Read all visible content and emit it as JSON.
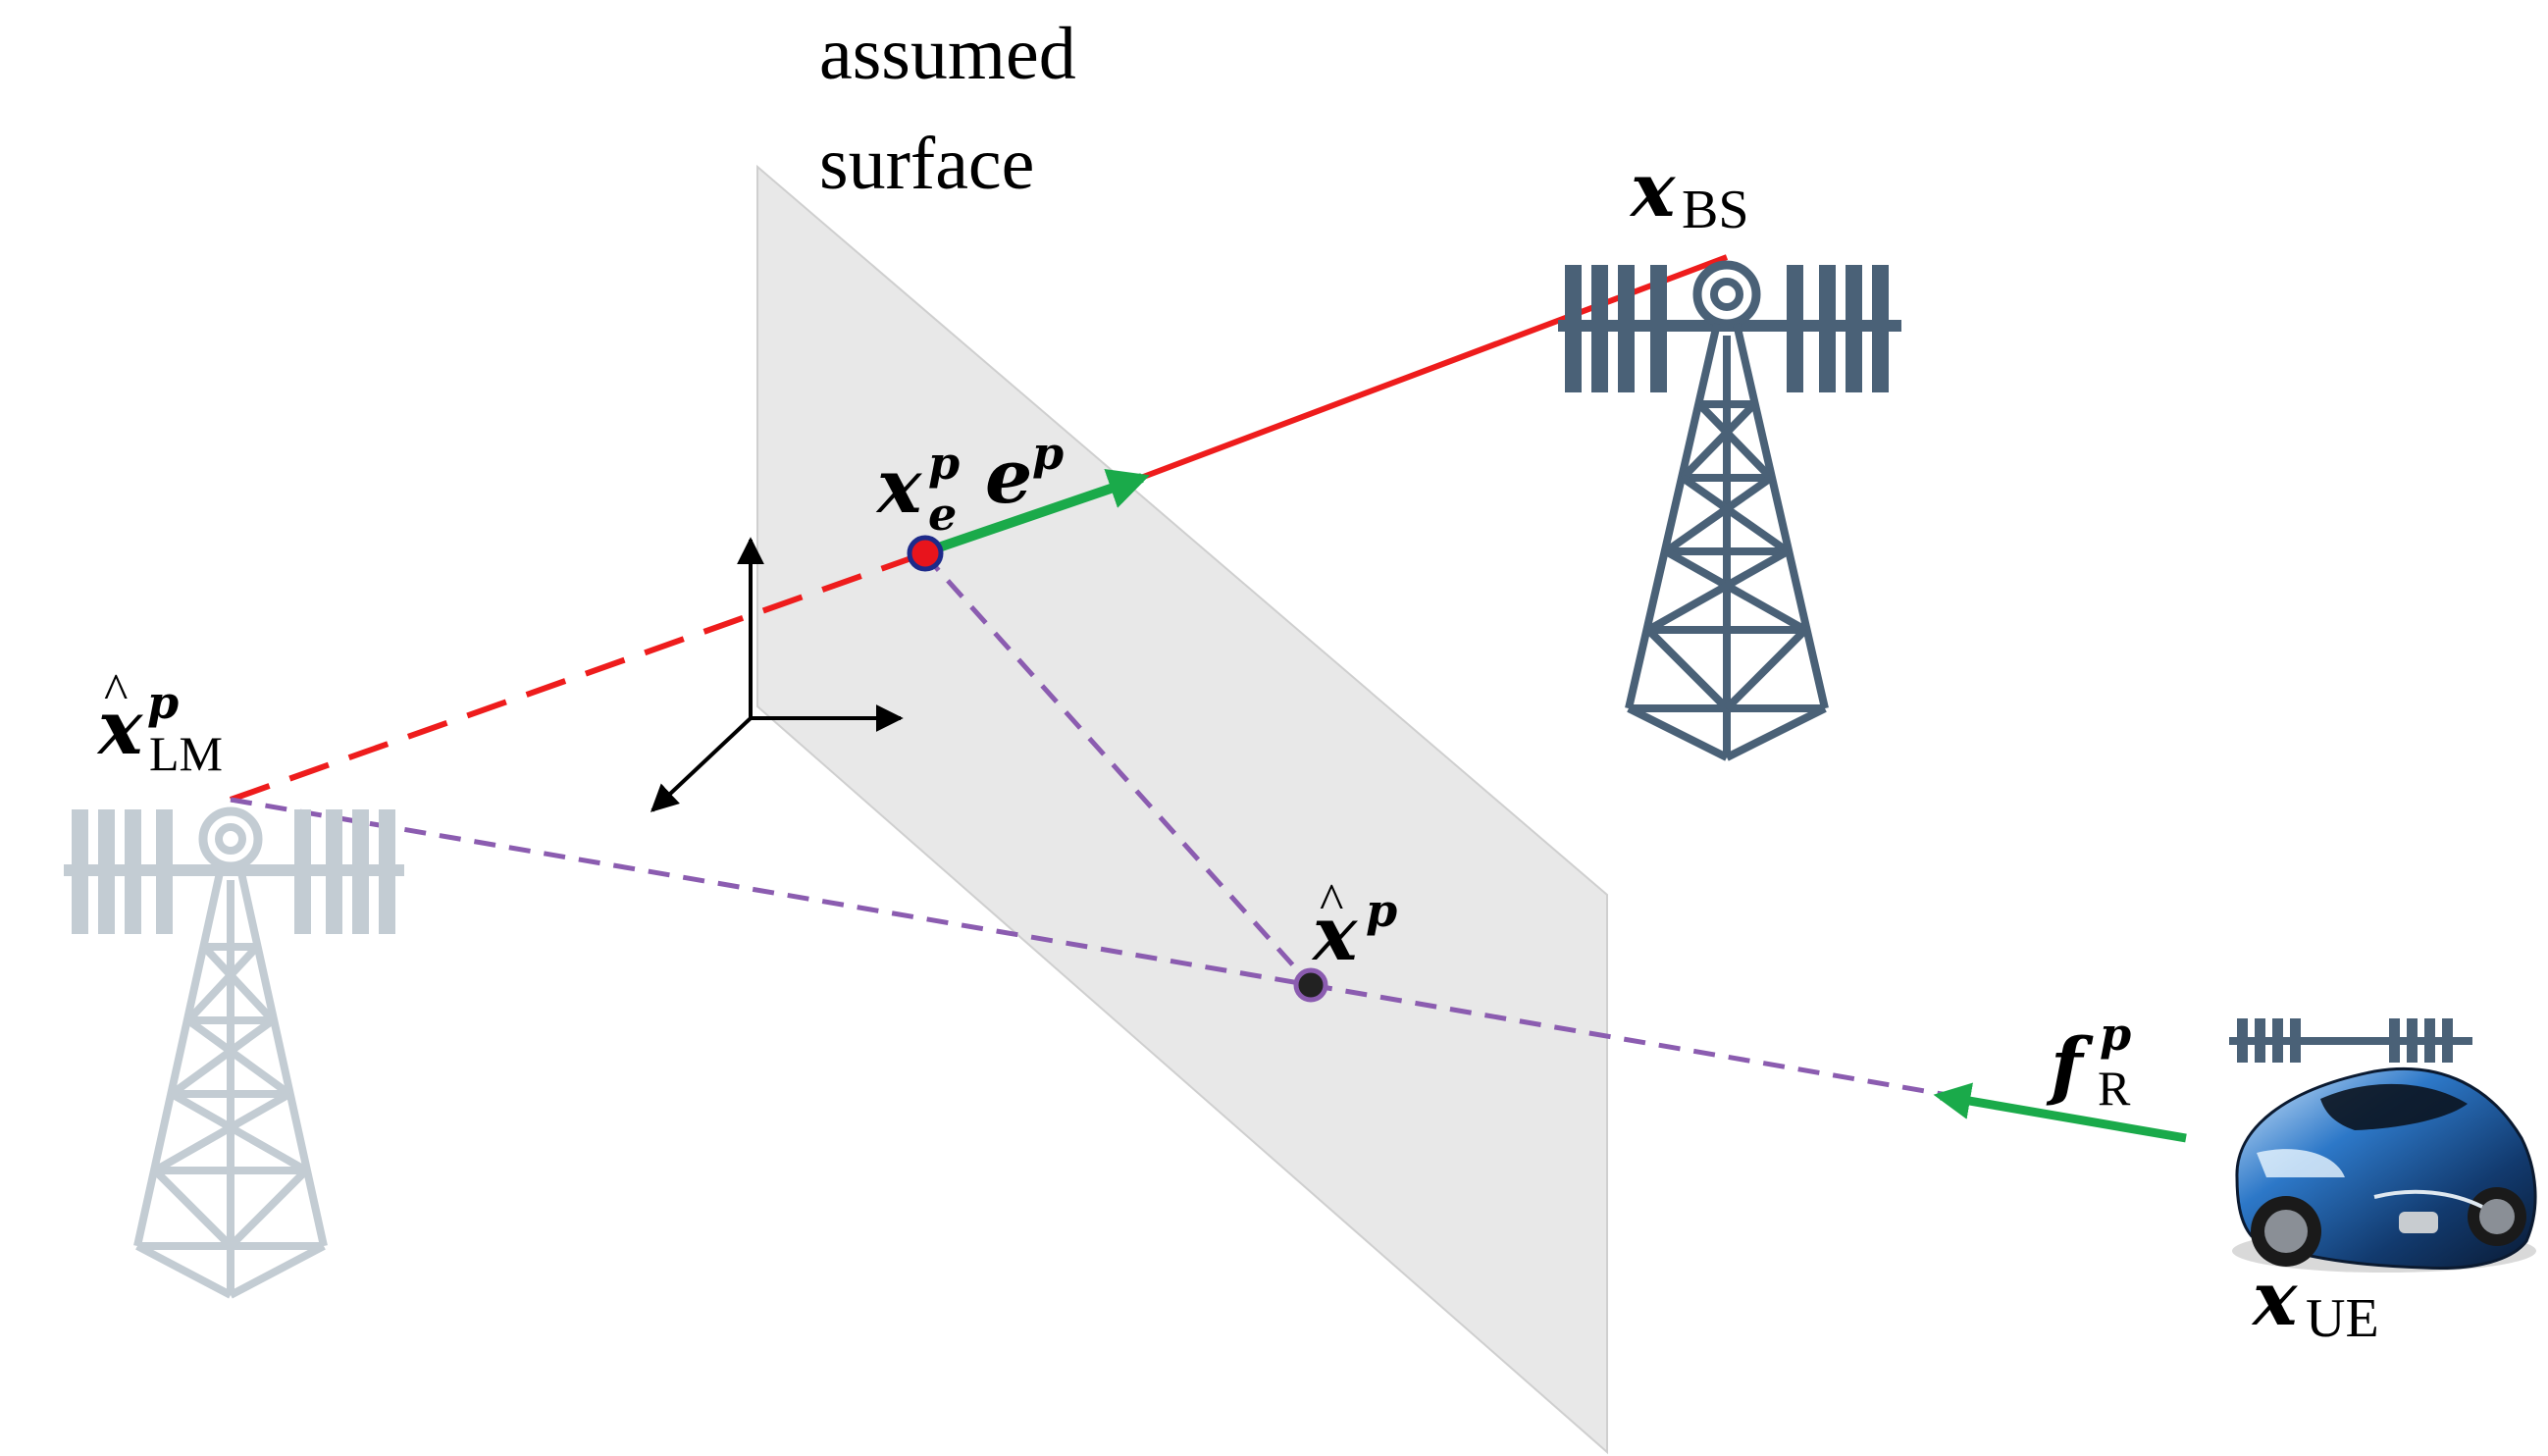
{
  "surface_label": {
    "line1": "assumed",
    "line2": "surface"
  },
  "labels": {
    "x_bs": {
      "sym": "x",
      "sub": "BS"
    },
    "x_lm": {
      "hat": "^",
      "sym": "x",
      "sup": "p",
      "sub": "LM"
    },
    "x_e": {
      "sym": "x",
      "sup": "p",
      "sub": "e"
    },
    "e_p": {
      "sym": "e",
      "sup": "p"
    },
    "x_hat": {
      "hat": "^",
      "sym": "x",
      "sup": "p"
    },
    "f_r": {
      "sym": "f",
      "sup": "p",
      "sub": "R"
    },
    "x_ue": {
      "sym": "x",
      "sub": "UE"
    }
  },
  "icons": {
    "bs_tower": "tower-icon",
    "lm_tower": "tower-icon",
    "ue_car": "car-icon",
    "ue_antenna": "antenna-array-icon"
  },
  "colors": {
    "surface": "#e8e8e8",
    "red_path": "#ee1c1c",
    "purple_path": "#8b5cb0",
    "green_arrow": "#1aaa4a",
    "tower_dark": "#4a6177",
    "tower_light": "#c3ccd3",
    "axis": "#000000",
    "point_red": "#e8141c",
    "point_border": "#1d2a8a",
    "point_dark": "#222222"
  }
}
